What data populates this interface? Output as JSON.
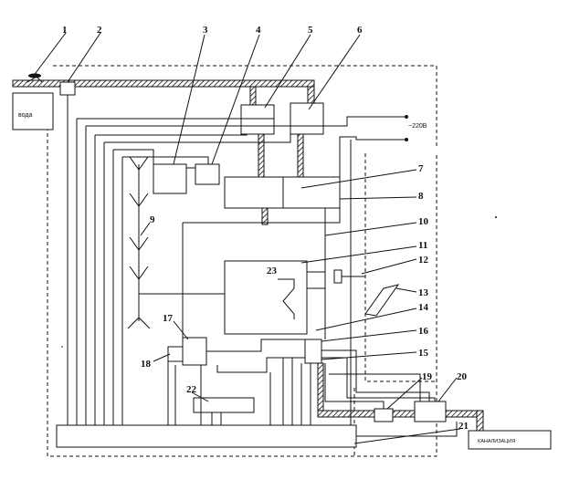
{
  "labels": {
    "water": "вода",
    "voltage": "~220В",
    "sewer": "КАНАЛИЗАЦИЯ"
  },
  "numbers": {
    "n1": "1",
    "n2": "2",
    "n3": "3",
    "n4": "4",
    "n5": "5",
    "n6": "6",
    "n7": "7",
    "n8": "8",
    "n9": "9",
    "n10": "10",
    "n11": "11",
    "n12": "12",
    "n13": "13",
    "n14": "14",
    "n15": "15",
    "n16": "16",
    "n17": "17",
    "n18": "18",
    "n19": "19",
    "n20": "20",
    "n21": "21",
    "n22": "22",
    "n23": "23"
  }
}
